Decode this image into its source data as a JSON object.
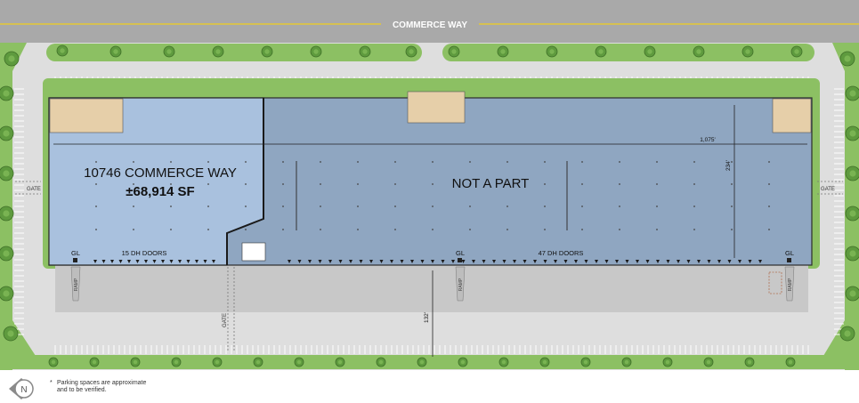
{
  "street": {
    "name": "COMMERCE WAY"
  },
  "highlight_unit": {
    "address": "10746 COMMERCE WAY",
    "area": "±68,914 SF",
    "doors": "15 DH DOORS",
    "color": "#a9c1de"
  },
  "other_unit": {
    "label": "NOT A PART",
    "doors": "47 DH DOORS",
    "color": "#8fa6c1"
  },
  "dimensions": {
    "width": "1,075'",
    "depth": "234'",
    "truck_court": "132'"
  },
  "markers": {
    "grade_level": "GL",
    "gate": "GATE",
    "ramp": "RAMP"
  },
  "compass": {
    "label": "N"
  },
  "footnote": {
    "symbol": "*",
    "line1": "Parking spaces are approximate",
    "line2": "and to be verified."
  },
  "colors": {
    "landscape": "#8cc063",
    "tree": "#5e9a3e",
    "paving": "#d9d9d9",
    "road": "#a4a4a4",
    "road_stripe": "#f5d020"
  }
}
